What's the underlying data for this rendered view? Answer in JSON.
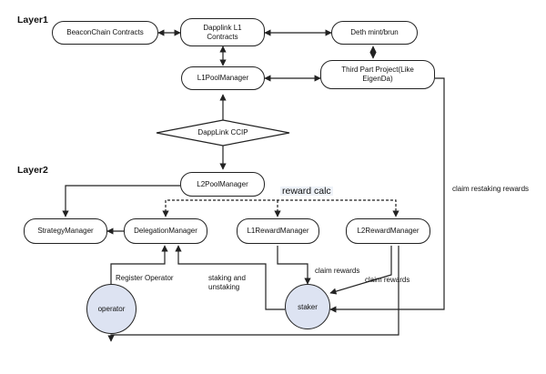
{
  "layer1": {
    "title": "Layer1"
  },
  "layer2": {
    "title": "Layer2"
  },
  "nodes": {
    "beaconchain": "BeaconChain Contracts",
    "dapplink_l1": "Dapplink L1\nContracts",
    "deth": "Deth mint/brun",
    "third_part": "Third Part Project(Like\nEigenDa)",
    "l1_pool": "L1PoolManager",
    "ccip": "DappLink CCIP",
    "l2_pool": "L2PoolManager",
    "strategy": "StrategyManager",
    "delegation": "DelegationManager",
    "l1_reward": "L1RewardManager",
    "l2_reward": "L2RewardManager",
    "operator": "operator",
    "staker": "staker"
  },
  "labels": {
    "reward_calc": "reward calc",
    "claim_restaking": "claim restaking rewards",
    "register_operator": "Register Operator",
    "staking": "staking and\nunstaking",
    "claim_rewards_1": "claim rewards",
    "claim_rewards_2": "claim rewards"
  },
  "colors": {
    "layer_bg": "#eef2f8",
    "circle_bg": "#dde3f2",
    "stroke": "#222222"
  }
}
